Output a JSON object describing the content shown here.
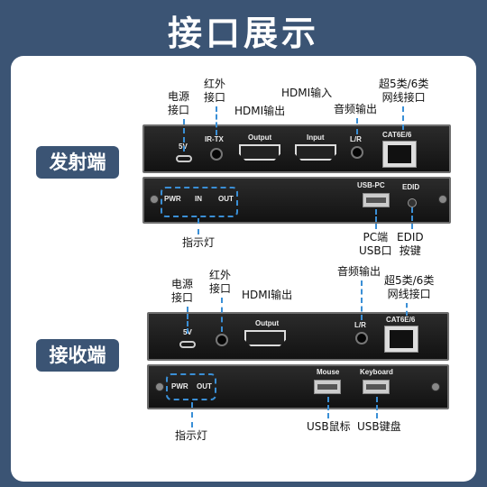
{
  "title": "接口展示",
  "transmitter": {
    "tag": "发射端",
    "front": {
      "port_5v": "5V",
      "port_irtx": "IR-TX",
      "port_output": "Output",
      "port_input": "Input",
      "port_lr": "L/R",
      "port_cat": "CAT6E/6"
    },
    "back": {
      "led_pwr": "PWR",
      "led_in": "IN",
      "led_out": "OUT",
      "port_usbpc": "USB-PC",
      "port_edid": "EDID"
    },
    "labels": {
      "power_line1": "电源",
      "power_line2": "接口",
      "ir_line1": "红外",
      "ir_line2": "接口",
      "hdmi_out": "HDMI输出",
      "hdmi_in": "HDMI输入",
      "audio_out": "音频输出",
      "net_line1": "超5类/6类",
      "net_line2": "网线接口",
      "indicator": "指示灯",
      "pc_line1": "PC端",
      "pc_line2": "USB口",
      "edid_line1": "EDID",
      "edid_line2": "按键"
    }
  },
  "receiver": {
    "tag": "接收端",
    "front": {
      "port_5v": "5V",
      "port_output": "Output",
      "port_lr": "L/R",
      "port_cat": "CAT6E/6"
    },
    "back": {
      "led_pwr": "PWR",
      "led_out": "OUT",
      "port_mouse": "Mouse",
      "port_keyboard": "Keyboard"
    },
    "labels": {
      "power_line1": "电源",
      "power_line2": "接口",
      "ir_line1": "红外",
      "ir_line2": "接口",
      "hdmi_out": "HDMI输出",
      "audio_out": "音频输出",
      "net_line1": "超5类/6类",
      "net_line2": "网线接口",
      "indicator": "指示灯",
      "usb_mouse": "USB鼠标",
      "usb_keyboard": "USB键盘"
    }
  },
  "colors": {
    "background": "#3b5474",
    "card": "#ffffff",
    "callout": "#3a8fd6",
    "panel": "#1b1b1b"
  }
}
